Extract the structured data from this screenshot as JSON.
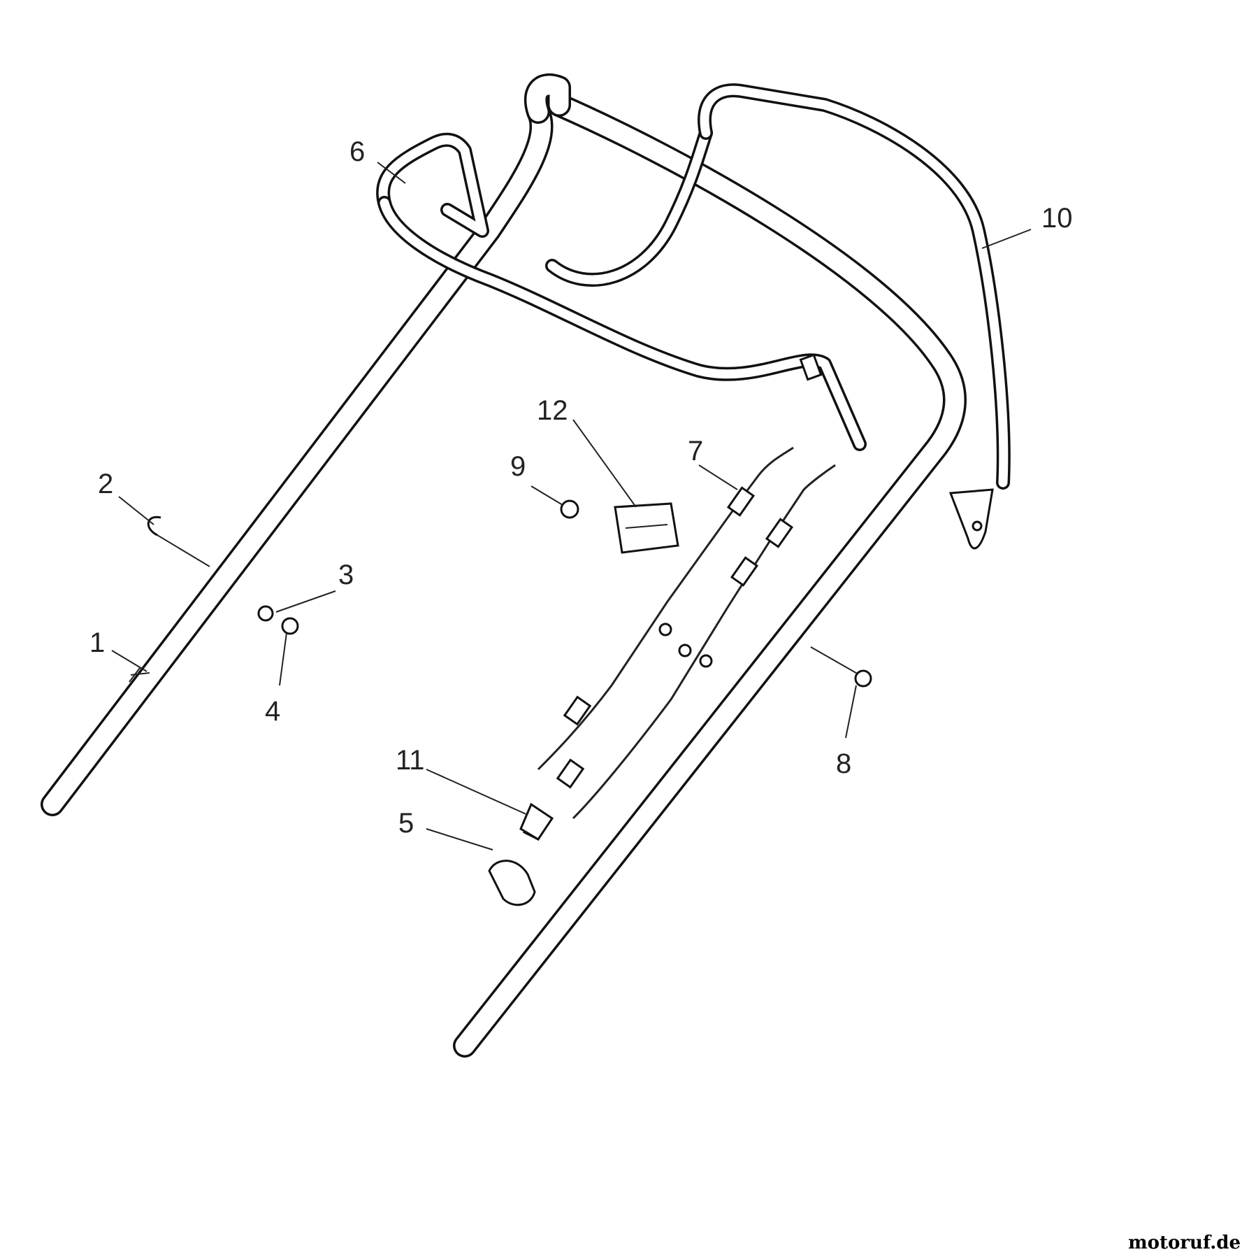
{
  "diagram": {
    "callouts": [
      {
        "id": "1",
        "label": "1"
      },
      {
        "id": "2",
        "label": "2"
      },
      {
        "id": "3",
        "label": "3"
      },
      {
        "id": "4",
        "label": "4"
      },
      {
        "id": "5",
        "label": "5"
      },
      {
        "id": "6",
        "label": "6"
      },
      {
        "id": "7",
        "label": "7"
      },
      {
        "id": "8",
        "label": "8"
      },
      {
        "id": "9",
        "label": "9"
      },
      {
        "id": "10",
        "label": "10"
      },
      {
        "id": "11",
        "label": "11"
      },
      {
        "id": "12",
        "label": "12"
      }
    ]
  },
  "watermark": {
    "text": "motoruf.de"
  }
}
